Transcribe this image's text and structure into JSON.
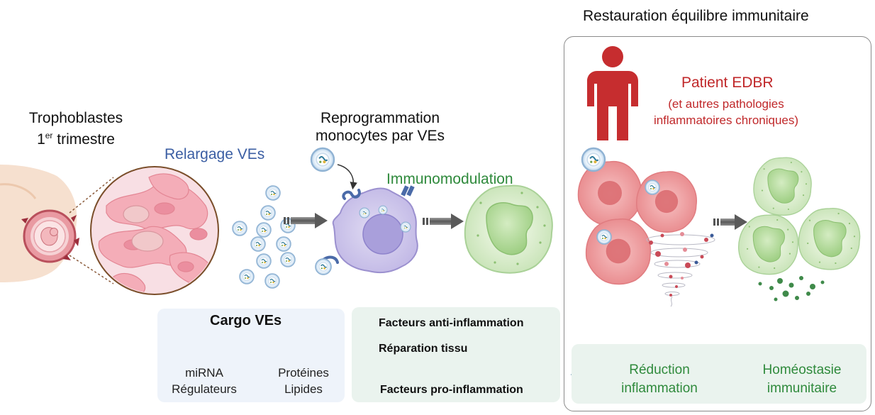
{
  "labels": {
    "trophoblastes_line1": "Trophoblastes",
    "trophoblastes_line2_num": "1",
    "trophoblastes_line2_sup": "er",
    "trophoblastes_line2_rest": " trimestre",
    "relargage": "Relargage VEs",
    "reprogrammation_line1": "Reprogrammation",
    "reprogrammation_line2": "monocytes par VEs",
    "immunomodulation": "Immunomodulation",
    "restauration": "Restauration équilibre immunitaire",
    "patient": "Patient EDBR",
    "patient_sub1": "(et autres pathologies",
    "patient_sub2": "inflammatoires chroniques)"
  },
  "cargo": {
    "title": "Cargo VEs",
    "mirna": "miRNA",
    "regulateurs": "Régulateurs",
    "proteines": "Protéines",
    "lipides": "Lipides"
  },
  "factors": {
    "anti": "Facteurs anti-inflammation",
    "reparation": "Réparation tissu",
    "pro": "Facteurs pro-inflammation"
  },
  "results": {
    "reduction_line1": "Réduction",
    "reduction_line2": "inflammation",
    "homeostasie_line1": "Homéostasie",
    "homeostasie_line2": "immunitaire"
  },
  "colors": {
    "blue_label": "#3b5ea3",
    "green_label": "#2f8a3c",
    "red_label": "#c0282a",
    "arrow_up": "#2e9a46",
    "arrow_down": "#c62828"
  }
}
